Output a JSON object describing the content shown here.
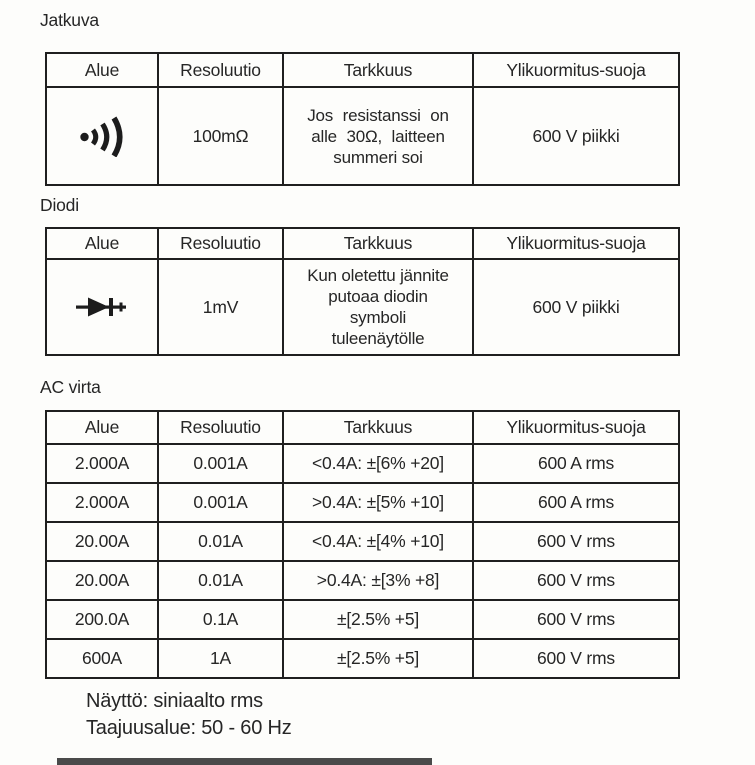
{
  "page": {
    "background_color": "#fdfdfb",
    "ink_color": "#262626",
    "border_color": "#1f1f1f"
  },
  "sections": [
    {
      "title": "Jatkuva",
      "headers": [
        "Alue",
        "Resoluutio",
        "Tarkkuus",
        "Ylikuormitus-suoja"
      ],
      "row": {
        "alue_icon": "continuity-buzzer-icon",
        "resoluutio": "100mΩ",
        "tarkkuus_lines": [
          "Jos resistanssi on",
          "alle 30Ω, laitteen",
          "summeri soi"
        ],
        "ylikuormitus": "600 V piikki"
      }
    },
    {
      "title": "Diodi",
      "headers": [
        "Alue",
        "Resoluutio",
        "Tarkkuus",
        "Ylikuormitus-suoja"
      ],
      "row": {
        "alue_icon": "diode-icon",
        "resoluutio": "1mV",
        "tarkkuus_lines": [
          "Kun oletettu jännite",
          "putoaa diodin",
          "symboli",
          "tuleenäytölle"
        ],
        "ylikuormitus": "600 V piikki"
      }
    },
    {
      "title": "AC virta",
      "headers": [
        "Alue",
        "Resoluutio",
        "Tarkkuus",
        "Ylikuormitus-suoja"
      ],
      "rows": [
        {
          "alue": "2.000A",
          "resoluutio": "0.001A",
          "tarkkuus": "<0.4A: ±[6% +20]",
          "ylikuormitus": "600 A rms"
        },
        {
          "alue": "2.000A",
          "resoluutio": "0.001A",
          "tarkkuus": ">0.4A: ±[5% +10]",
          "ylikuormitus": "600 A rms"
        },
        {
          "alue": "20.00A",
          "resoluutio": "0.01A",
          "tarkkuus": "<0.4A: ±[4% +10]",
          "ylikuormitus": "600 V rms"
        },
        {
          "alue": "20.00A",
          "resoluutio": "0.01A",
          "tarkkuus": ">0.4A: ±[3% +8]",
          "ylikuormitus": "600 V rms"
        },
        {
          "alue": "200.0A",
          "resoluutio": "0.1A",
          "tarkkuus": "±[2.5% +5]",
          "ylikuormitus": "600 V rms"
        },
        {
          "alue": "600A",
          "resoluutio": "1A",
          "tarkkuus": "±[2.5% +5]",
          "ylikuormitus": "600 V rms"
        }
      ]
    }
  ],
  "footer": {
    "line1": "Näyttö: siniaalto rms",
    "line2": "Taajuusalue: 50 - 60 Hz"
  }
}
